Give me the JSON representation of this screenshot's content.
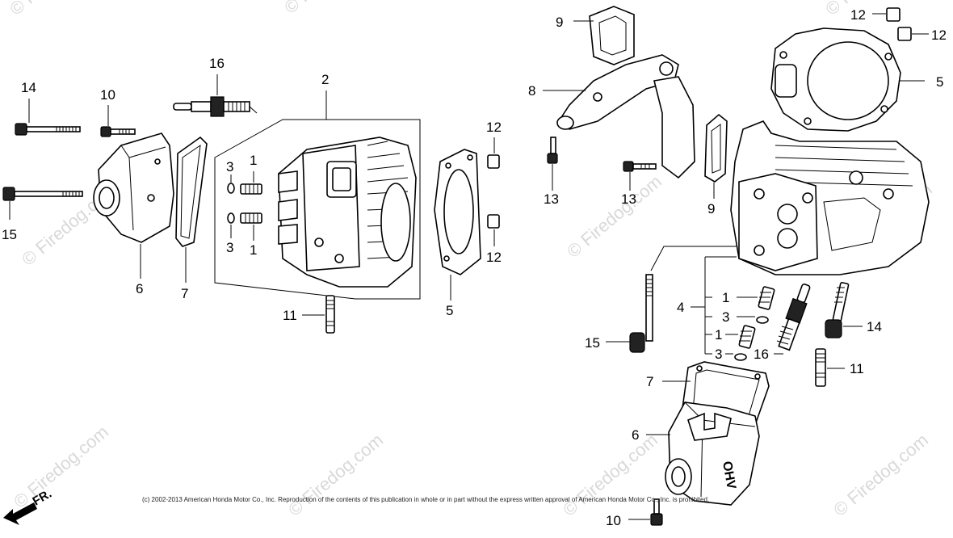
{
  "watermark": "© Firedog.com",
  "copyright": "(c) 2002-2013 American Honda Motor Co., Inc. Reproduction of the contents of this publication in whole or in part without the express written approval of American Honda Motor Co., Inc. is prohibited.",
  "direction_label": "FR.",
  "cover_text": "OHV",
  "callouts": {
    "l14": "14",
    "l10": "10",
    "l16": "16",
    "l2": "2",
    "l12a": "12",
    "l3a": "3",
    "l1a": "1",
    "l3b": "3",
    "l1b": "1",
    "l15": "15",
    "l6": "6",
    "l7": "7",
    "l12b": "12",
    "l5": "5",
    "l11": "11",
    "r9a": "9",
    "r12a": "12",
    "r12b": "12",
    "r5": "5",
    "r8": "8",
    "r13a": "13",
    "r13b": "13",
    "r9b": "9",
    "r4": "4",
    "r1a": "1",
    "r3a": "3",
    "r1b": "1",
    "r3b": "3",
    "r16": "16",
    "r14": "14",
    "r15": "15",
    "r11": "11",
    "r7": "7",
    "r6": "6",
    "r10": "10"
  }
}
